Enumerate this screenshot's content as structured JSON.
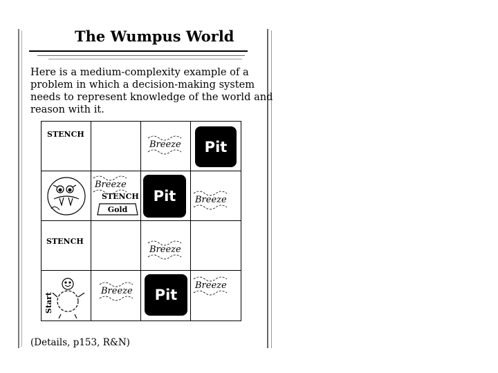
{
  "document": {
    "title": "The Wumpus World",
    "intro_lines": [
      "Here is a medium-complexity example of a",
      "problem in which a decision-making system",
      "needs to represent knowledge of the world and",
      "reason with it."
    ],
    "footer": "(Details, p153, R&N)"
  },
  "grid": {
    "stench_label": "STENCH",
    "breeze_label": "Breeze",
    "pit_label": "Pit",
    "gold_label": "Gold",
    "start_label": "Start",
    "wumpus_icon": "wumpus-face-icon",
    "agent_icon": "agent-figure-icon"
  }
}
